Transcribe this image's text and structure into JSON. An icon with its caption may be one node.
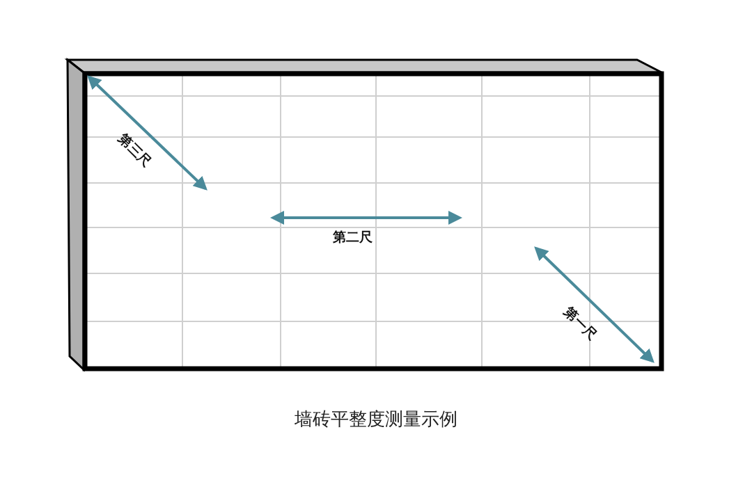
{
  "diagram": {
    "caption": "墙砖平整度测量示例",
    "labels": [
      "第三尺",
      "第二尺",
      "第一尺"
    ]
  }
}
